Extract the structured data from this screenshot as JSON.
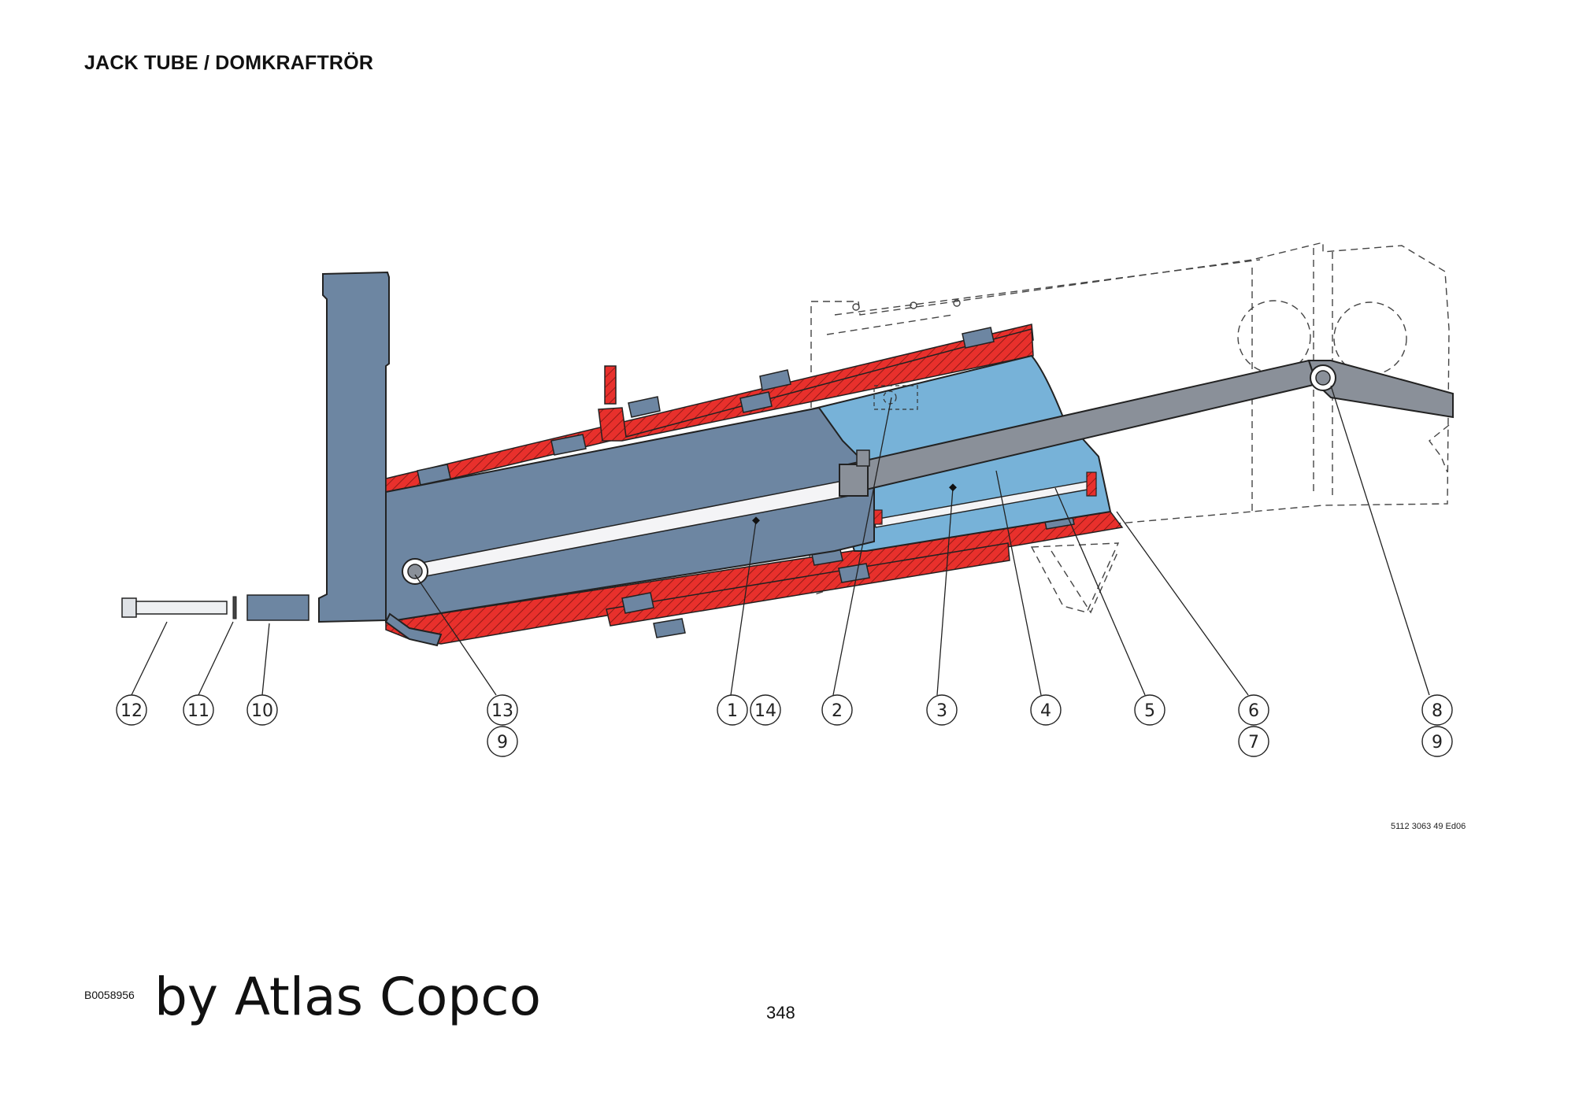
{
  "header": {
    "title": "JACK TUBE / DOMKRAFTRÖR"
  },
  "diagram": {
    "callouts": [
      {
        "id": "c12",
        "labels": [
          "12"
        ]
      },
      {
        "id": "c11",
        "labels": [
          "11"
        ]
      },
      {
        "id": "c10",
        "labels": [
          "10"
        ]
      },
      {
        "id": "c13",
        "labels": [
          "13",
          "9"
        ]
      },
      {
        "id": "c1",
        "labels": [
          "1"
        ]
      },
      {
        "id": "c14",
        "labels": [
          "14"
        ]
      },
      {
        "id": "c2",
        "labels": [
          "2"
        ]
      },
      {
        "id": "c3",
        "labels": [
          "3"
        ]
      },
      {
        "id": "c4",
        "labels": [
          "4"
        ]
      },
      {
        "id": "c5",
        "labels": [
          "5"
        ]
      },
      {
        "id": "c6",
        "labels": [
          "6",
          "7"
        ]
      },
      {
        "id": "c8",
        "labels": [
          "8",
          "9"
        ]
      }
    ],
    "colors": {
      "section_red": "#e8302c",
      "steel_blue": "#6d86a2",
      "light_blue": "#77b2d8",
      "rod_grey": "#8a9099",
      "outline": "#222222"
    }
  },
  "footer": {
    "doc_ref": "5112 3063 49 Ed06",
    "figure_id": "B0058956",
    "brand": "by Atlas Copco",
    "page_number": "348"
  }
}
